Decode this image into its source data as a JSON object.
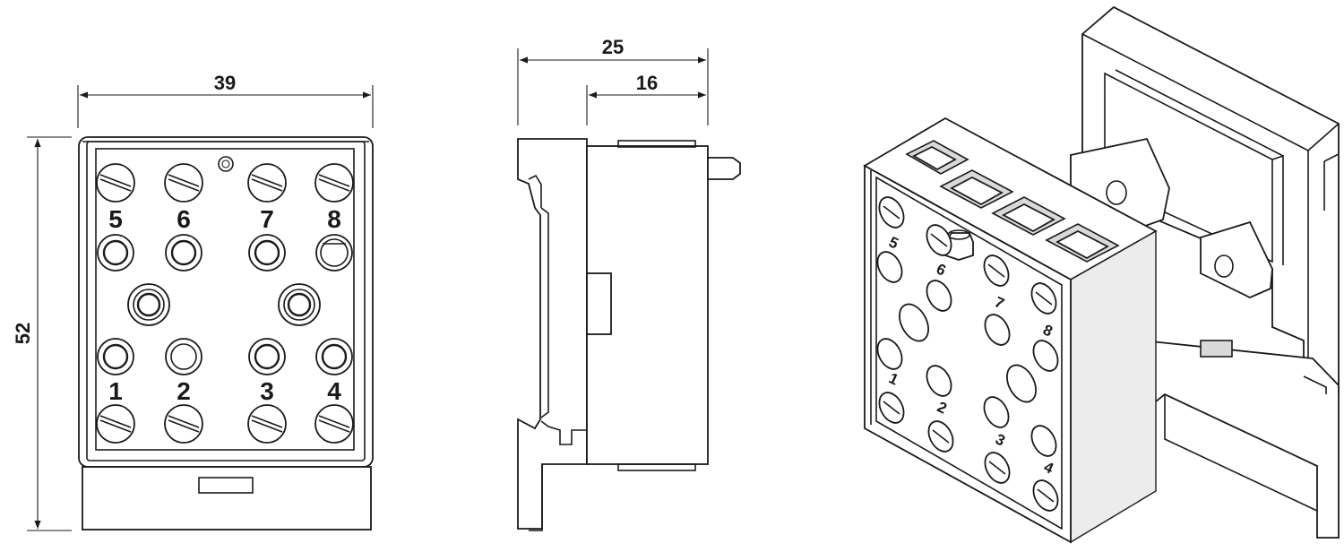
{
  "dimensions": {
    "width": "39",
    "height": "52",
    "depth_total": "25",
    "depth_body": "16"
  },
  "front_view": {
    "top_terminals": [
      "5",
      "6",
      "7",
      "8"
    ],
    "bottom_terminals": [
      "1",
      "2",
      "3",
      "4"
    ]
  },
  "iso_view": {
    "labels": [
      "5",
      "6",
      "7",
      "8",
      "1",
      "2",
      "3",
      "4"
    ]
  },
  "colors": {
    "line": "#1a1a1a",
    "shade": "#d9d9d9",
    "background": "#ffffff"
  }
}
